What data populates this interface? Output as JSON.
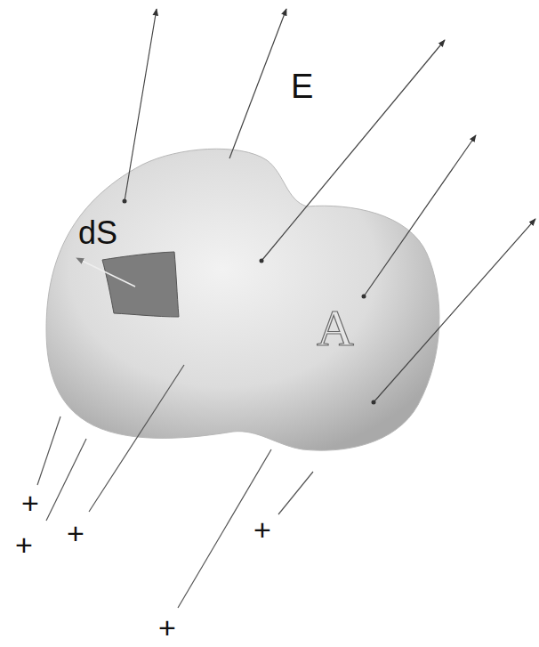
{
  "diagram": {
    "labels": [
      "E",
      "dS",
      "A",
      "+",
      "+",
      "+",
      "+",
      "+"
    ]
  }
}
